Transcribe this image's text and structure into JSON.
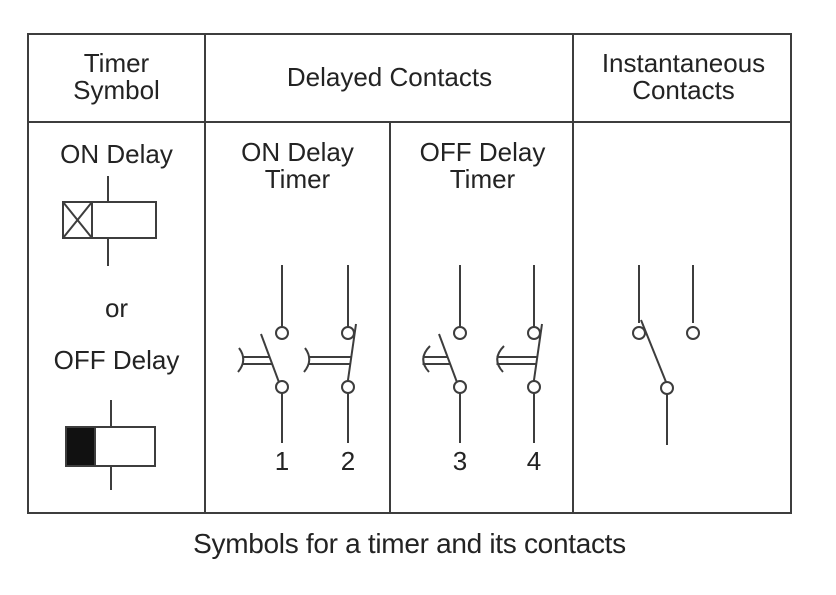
{
  "colors": {
    "line": "#3d3d3d",
    "text": "#232323",
    "coil_fill": "#111111",
    "background": "#ffffff"
  },
  "header": {
    "col1": "Timer\nSymbol",
    "col2": "Delayed Contacts",
    "col3": "Instantaneous\nContacts"
  },
  "timer_symbol_cell": {
    "on_delay_label": "ON Delay",
    "or_label": "or",
    "off_delay_label": "OFF Delay",
    "on_delay_symbol": "on-delay-coil (box with X square on left)",
    "off_delay_symbol": "off-delay-coil (box with solid black square on left)"
  },
  "delayed_contacts": {
    "on_delay": {
      "label": "ON Delay\nTimer",
      "contacts": [
        {
          "number": "1",
          "type": "normally-open-timed-contact"
        },
        {
          "number": "2",
          "type": "normally-closed-timed-contact"
        }
      ]
    },
    "off_delay": {
      "label": "OFF Delay\nTimer",
      "contacts": [
        {
          "number": "3",
          "type": "normally-open-timed-contact"
        },
        {
          "number": "4",
          "type": "normally-closed-timed-contact"
        }
      ]
    }
  },
  "instantaneous_cell": {
    "symbol": "instantaneous-contact (two upper terminals, blade to lower terminal)"
  },
  "caption": "Symbols for a timer and its contacts"
}
